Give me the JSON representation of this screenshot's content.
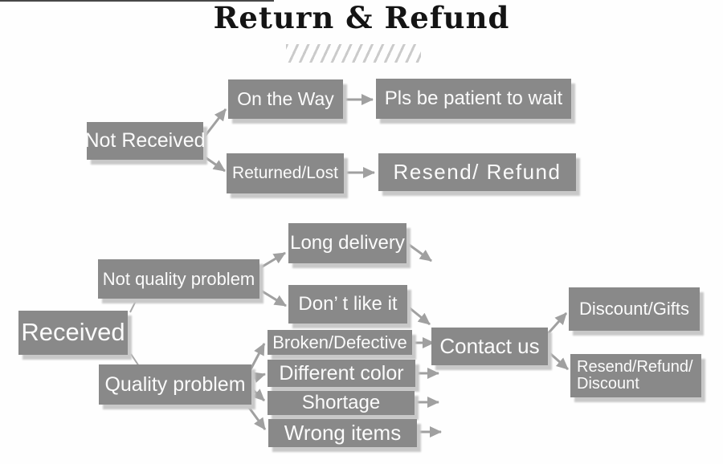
{
  "title": "Return & Refund",
  "colors": {
    "node_fill": "#898989",
    "node_text": "#fbfbfb",
    "arrow": "#a0a0a0",
    "shadow": "#c8c8c8",
    "rule": "#474747",
    "hatch": "#cbcbcb"
  },
  "nodes": {
    "not_received": "Not Received",
    "on_the_way": "On the Way",
    "pls_be_patient": "Pls be patient to wait",
    "returned_lost": "Returned/Lost",
    "resend_refund": "Resend/ Refund",
    "received": "Received",
    "not_quality_problem": "Not quality problem",
    "long_delivery": "Long delivery",
    "dont_like_it": "Don’ t like it",
    "quality_problem": "Quality problem",
    "broken_defective": "Broken/Defective",
    "different_color": "Different color",
    "shortage": "Shortage",
    "wrong_items": "Wrong items",
    "contact_us": "Contact us",
    "discount_gifts": "Discount/Gifts",
    "resend_refund_discount": [
      "Resend/Refund/",
      "Discount"
    ]
  },
  "edges": [
    {
      "from": "not_received",
      "to": "on_the_way"
    },
    {
      "from": "not_received",
      "to": "returned_lost"
    },
    {
      "from": "on_the_way",
      "to": "pls_be_patient"
    },
    {
      "from": "returned_lost",
      "to": "resend_refund"
    },
    {
      "from": "received",
      "to": "not_quality_problem"
    },
    {
      "from": "received",
      "to": "quality_problem"
    },
    {
      "from": "not_quality_problem",
      "to": "long_delivery"
    },
    {
      "from": "not_quality_problem",
      "to": "dont_like_it"
    },
    {
      "from": "long_delivery",
      "to": "contact_us"
    },
    {
      "from": "dont_like_it",
      "to": "contact_us"
    },
    {
      "from": "quality_problem",
      "to": "broken_defective"
    },
    {
      "from": "quality_problem",
      "to": "different_color"
    },
    {
      "from": "quality_problem",
      "to": "shortage"
    },
    {
      "from": "quality_problem",
      "to": "wrong_items"
    },
    {
      "from": "broken_defective",
      "to": "contact_us"
    },
    {
      "from": "different_color",
      "to": "contact_us"
    },
    {
      "from": "shortage",
      "to": "contact_us"
    },
    {
      "from": "wrong_items",
      "to": "contact_us"
    },
    {
      "from": "contact_us",
      "to": "discount_gifts"
    },
    {
      "from": "contact_us",
      "to": "resend_refund_discount"
    }
  ]
}
